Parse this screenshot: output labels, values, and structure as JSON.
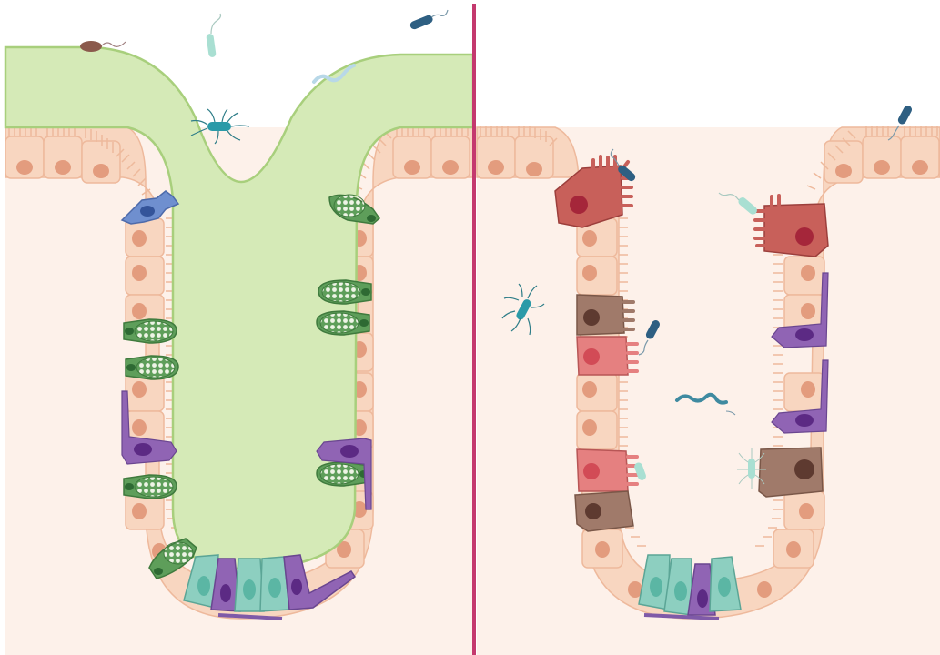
{
  "colors": {
    "background": "#ffffff",
    "tissue": "#fdf1ea",
    "epithelial_cell": "#f8d6c0",
    "epithelial_outline": "#eeb99c",
    "nucleus": "#e39c7e",
    "mucus_layer": "#d5eab7",
    "mucus_outline": "#a8cf7c",
    "goblet_cell": "#5e9e5a",
    "goblet_granules": "#eef4e6",
    "tuft_cell": "#9064b4",
    "stem_cell": "#8dcfc0",
    "paneth_cell": "#7f5aa8",
    "dendritic_cell": "#6f8fcf",
    "inflamed_cell": "#c8605a",
    "damaged_cell": "#a07a6a",
    "stressed_cell": "#e58080",
    "bacteria_dark": "#2e5f82",
    "bacteria_teal": "#3aa3ad",
    "bacteria_light": "#a9dfd2",
    "bacteria_brown": "#8b5a4c",
    "divider": "#c4396e"
  },
  "panels": [
    {
      "id": "left",
      "state": "mucus-covered crypt"
    },
    {
      "id": "right",
      "state": "crypt without mucus layer"
    }
  ]
}
